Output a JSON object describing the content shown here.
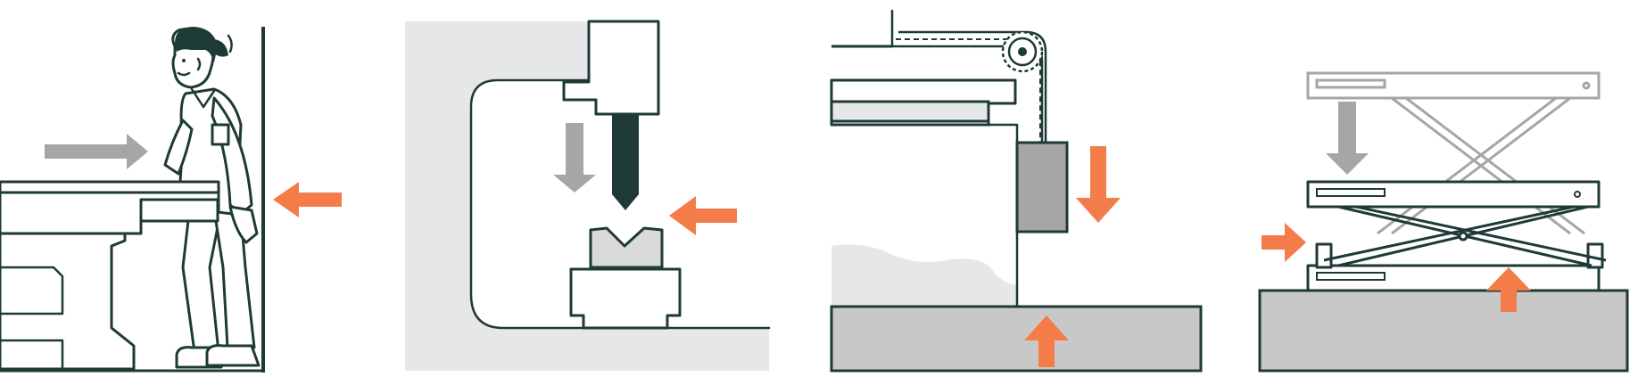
{
  "panels": [
    {
      "id": "worker-crush",
      "hazard_arrow": "orange-arrow-left",
      "motion_arrow": "grey-arrow-right"
    },
    {
      "id": "press-brake",
      "hazard_arrow": "orange-arrow-left",
      "motion_arrow": "grey-arrow-down"
    },
    {
      "id": "chain-counterweight",
      "hazard_arrow": "orange-arrow-down",
      "floor_arrow": "orange-arrow-up"
    },
    {
      "id": "scissor-lift",
      "hazard_arrow": "orange-arrow-right",
      "motion_arrow": "grey-arrow-down",
      "floor_arrow": "orange-arrow-up"
    }
  ],
  "colors": {
    "outline": "#1e3a37",
    "hazard": "#f47c48",
    "motion": "#a6a6a6",
    "fill_light": "#e6e7e8",
    "fill_mid": "#c8c8c8",
    "fill_dark": "#1e3a37",
    "background": "#ffffff"
  }
}
